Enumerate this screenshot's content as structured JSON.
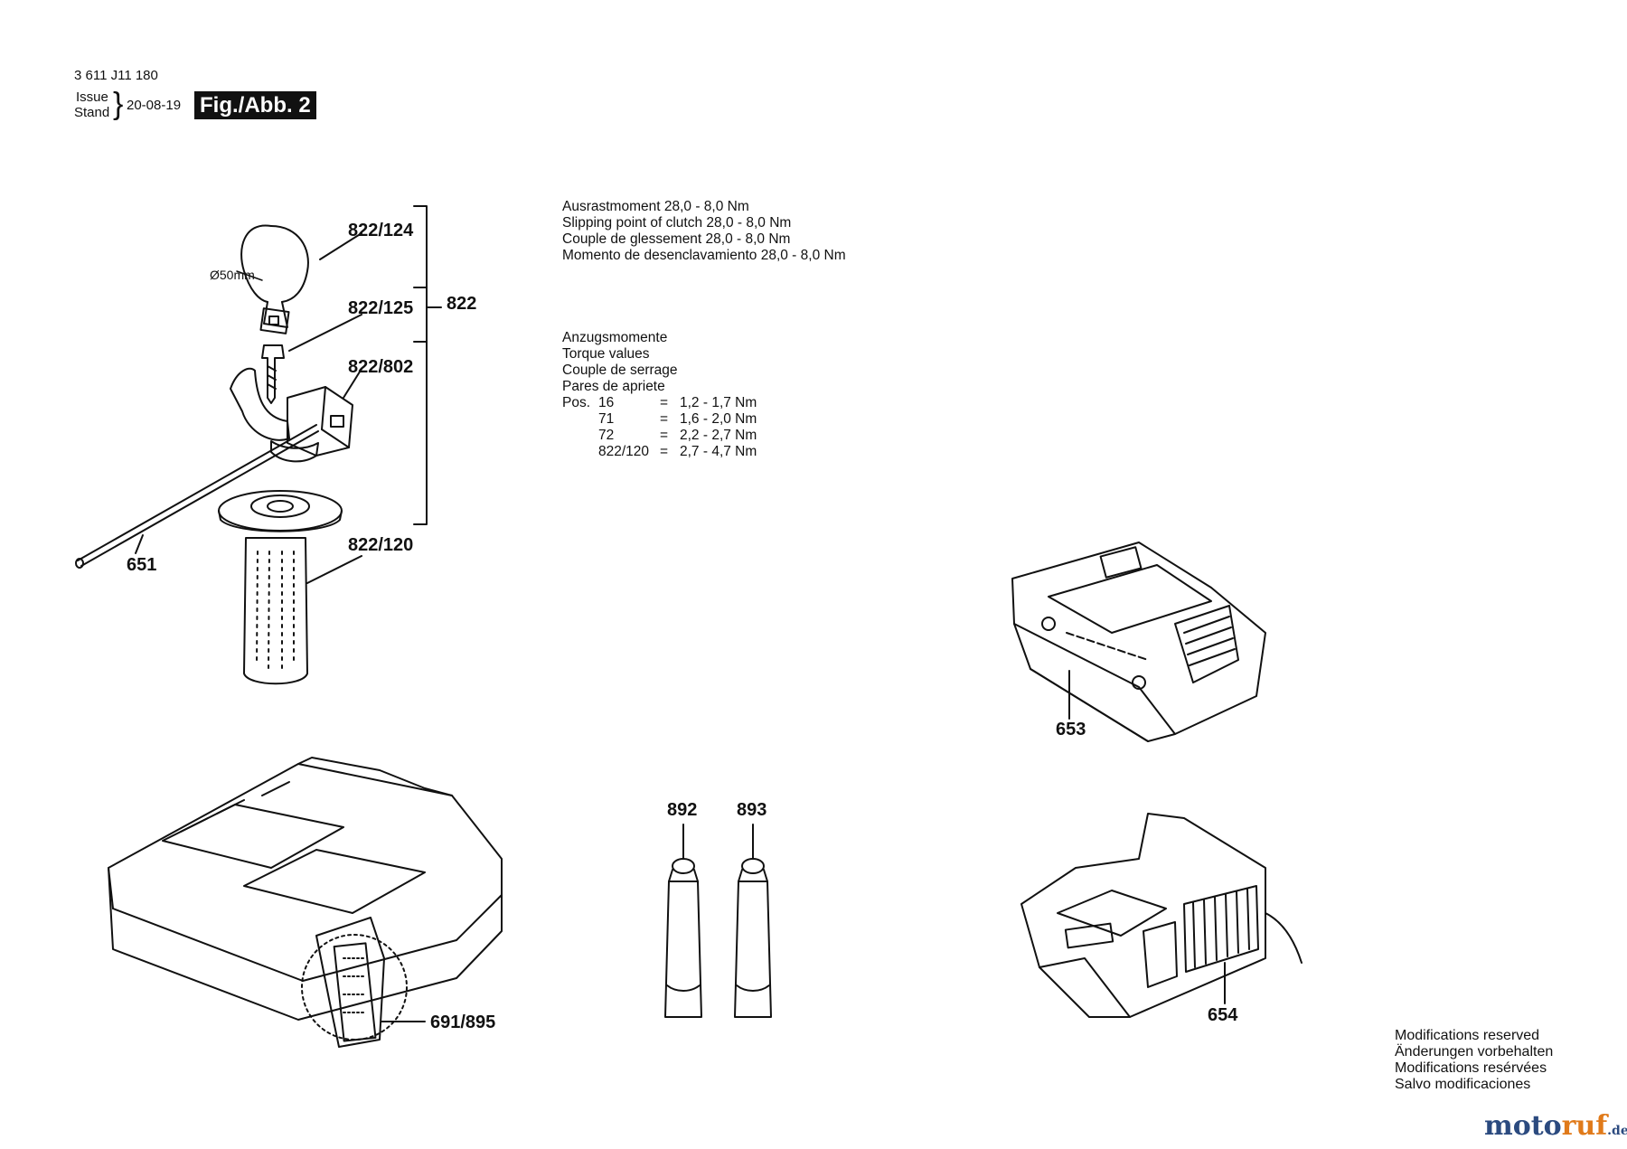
{
  "header": {
    "doc_number": "3 611 J11 180",
    "issue_label": "Issue",
    "stand_label": "Stand",
    "date": "20-08-19",
    "figure_label": "Fig./Abb. 2"
  },
  "clutch_notes": [
    "Ausrastmoment 28,0 - 8,0 Nm",
    "Slipping point of clutch 28,0 - 8,0 Nm",
    "Couple de glessement 28,0 - 8,0 Nm",
    "Momento de desenclavamiento 28,0 - 8,0 Nm"
  ],
  "torque": {
    "titles": [
      "Anzugsmomente",
      "Torque values",
      "Couple de serrage",
      "Pares de apriete"
    ],
    "pos_label": "Pos.",
    "rows": [
      {
        "pos": "16",
        "eq": "=",
        "value": "1,2 - 1,7 Nm"
      },
      {
        "pos": "71",
        "eq": "=",
        "value": "1,6 - 2,0 Nm"
      },
      {
        "pos": "72",
        "eq": "=",
        "value": "2,2 - 2,7 Nm"
      },
      {
        "pos": "822/120",
        "eq": "=",
        "value": "2,7 - 4,7 Nm"
      }
    ]
  },
  "parts": {
    "p822_124": "822/124",
    "p822_125": "822/125",
    "p822": "822",
    "p822_802": "822/802",
    "p822_120": "822/120",
    "p651": "651",
    "diameter": "Ø50mm",
    "p653": "653",
    "p892": "892",
    "p893": "893",
    "p691_895": "691/895",
    "p654": "654"
  },
  "footer": [
    "Modifications reserved",
    "Änderungen vorbehalten",
    "Modifications resérvées",
    "Salvo modificaciones"
  ],
  "brand": {
    "part1": "moto",
    "part2": "ruf",
    "part3": ".de"
  }
}
